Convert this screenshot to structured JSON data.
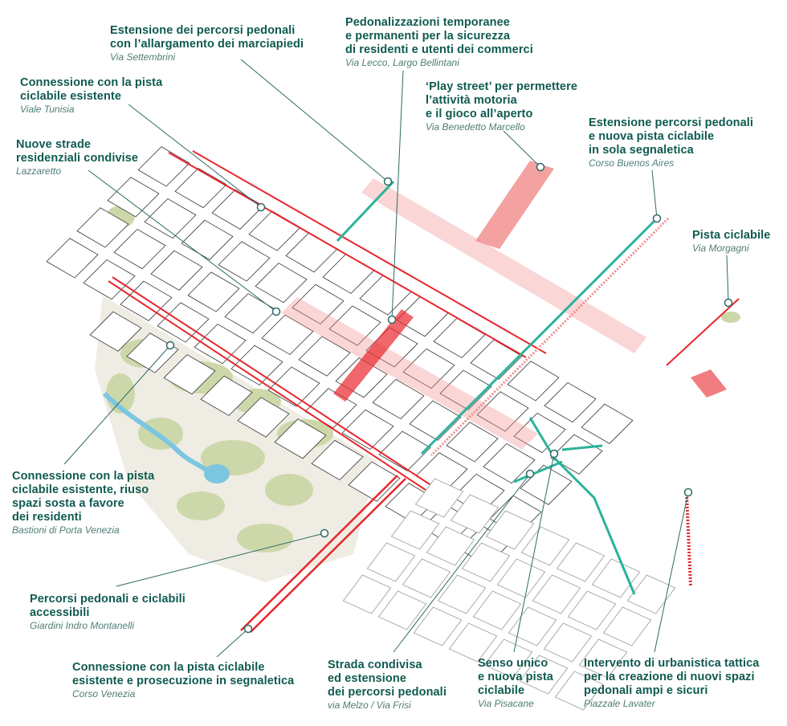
{
  "title": "Interventi di mobilità e spazio pubblico",
  "colors": {
    "heading": "#0f5a4f",
    "subtitle": "#4f7d76",
    "red": "#e8262c",
    "pink": "#f08a8a",
    "teal": "#2bb39a",
    "park": "#efece3",
    "green": "#cdd8aa",
    "water": "#7cc6e0",
    "leader": "#2d6a64"
  },
  "labels": [
    {
      "id": "settembrini",
      "title": "Estensione dei percorsi pedonali\ncon l’allargamento dei marciapiedi",
      "place": "Via Settembrini"
    },
    {
      "id": "tunisia",
      "title": "Connessione con la pista\nciclabile esistente",
      "place": "Viale Tunisia"
    },
    {
      "id": "lazzaretto",
      "title": "Nuove strade\nresidenziali condivise",
      "place": "Lazzaretto"
    },
    {
      "id": "lecco",
      "title": "Pedonalizzazioni temporanee\ne permanenti per la sicurezza\ndi residenti e utenti dei commerci",
      "place": "Via Lecco, Largo Bellintani"
    },
    {
      "id": "playstreet",
      "title": "‘Play street’ per permettere\nl’attività motoria\ne il gioco all’aperto",
      "place": "Via Benedetto Marcello"
    },
    {
      "id": "buenosaires",
      "title": "Estensione percorsi pedonali\ne nuova pista ciclabile\nin sola segnaletica",
      "place": "Corso Buenos Aires"
    },
    {
      "id": "morgagni",
      "title": "Pista ciclabile",
      "place": "Via Morgagni"
    },
    {
      "id": "bastioni",
      "title": "Connessione con la pista\nciclabile esistente, riuso\nspazi sosta a favore\ndei residenti",
      "place": "Bastioni di Porta Venezia"
    },
    {
      "id": "montanelli",
      "title": "Percorsi pedonali e ciclabili\naccessibili",
      "place": "Giardini Indro Montanelli"
    },
    {
      "id": "venezia",
      "title": "Connessione con la pista ciclabile\nesistente e prosecuzione in segnaletica",
      "place": "Corso Venezia"
    },
    {
      "id": "melzo",
      "title": "Strada condivisa\ned estensione\ndei percorsi pedonali",
      "place": "via Melzo / Via Frisi"
    },
    {
      "id": "pisacane",
      "title": "Senso unico\ne nuova pista\nciclabile",
      "place": "Via Pisacane"
    },
    {
      "id": "lavater",
      "title": "Intervento di urbanistica tattica\nper la creazione di nuovi spazi\npedonali ampi e sicuri",
      "place": "Piazzale Lavater"
    }
  ]
}
